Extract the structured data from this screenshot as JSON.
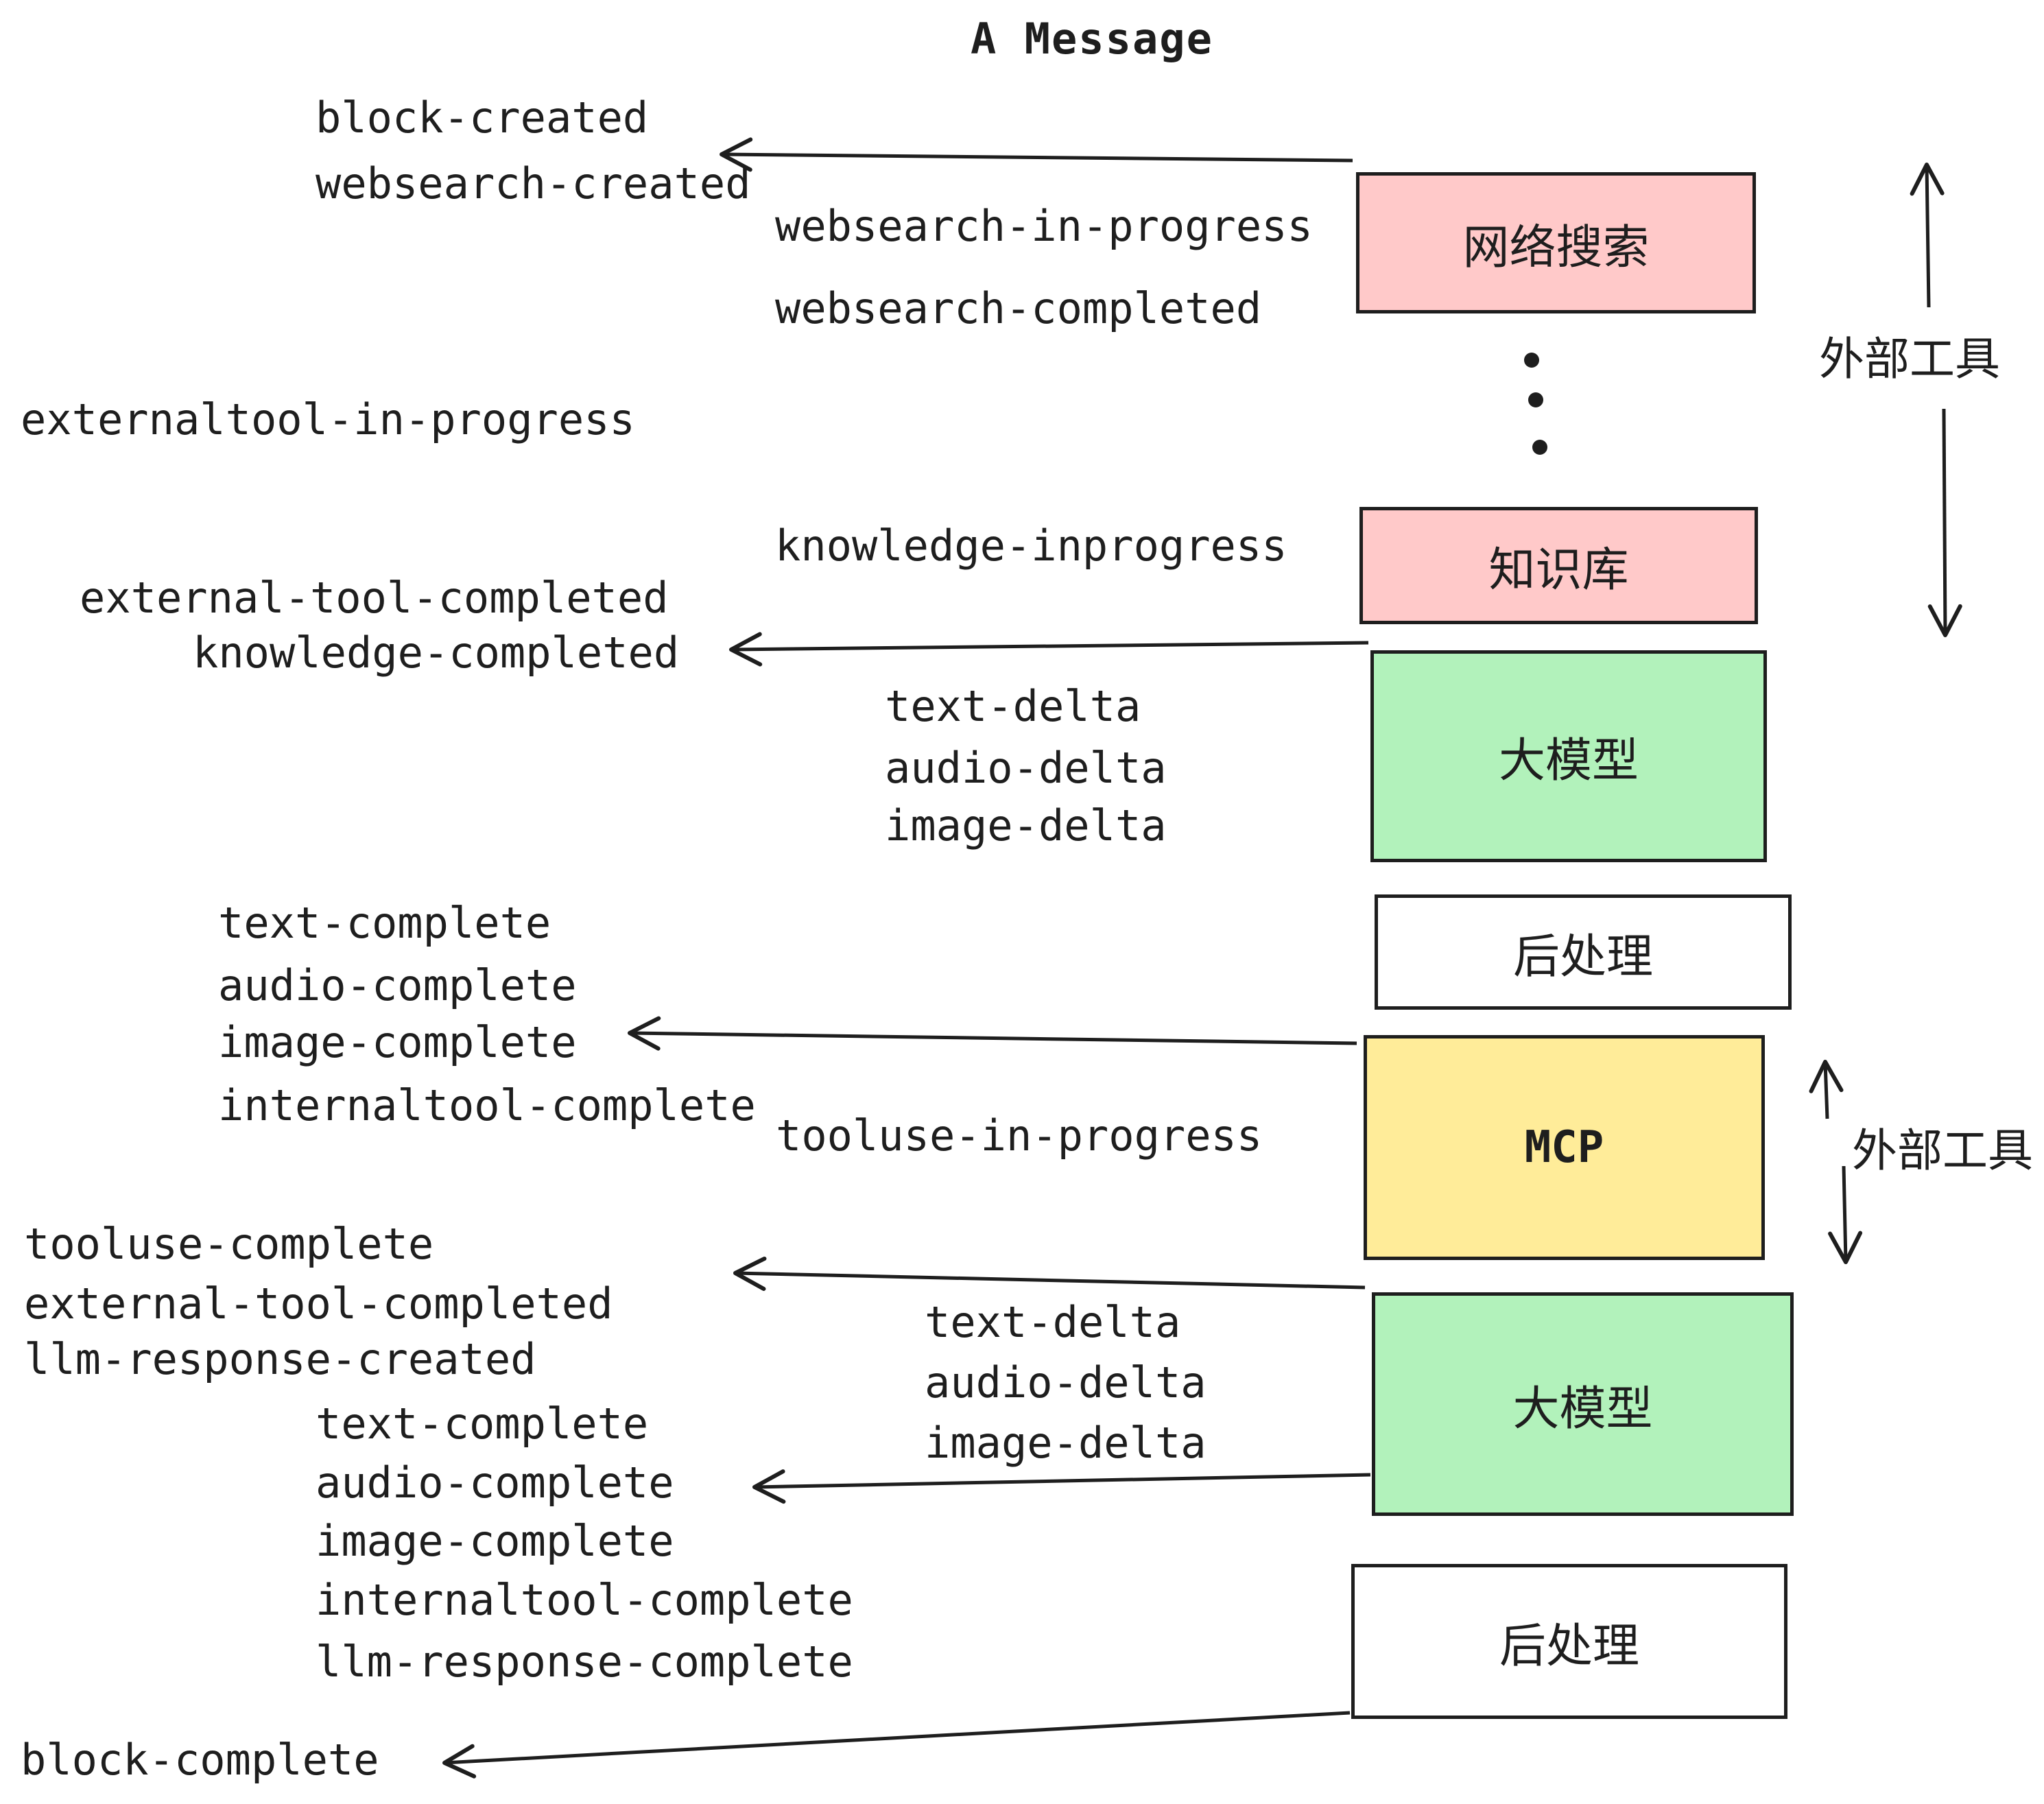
{
  "title": "A Message",
  "colors": {
    "stroke": "#1e1e1e",
    "box_pink": "#ffc9c9",
    "box_green": "#b2f2bb",
    "box_yellow": "#ffec99",
    "box_white": "#ffffff"
  },
  "boxes": {
    "websearch": "网络搜索",
    "knowledge": "知识库",
    "llm1": "大模型",
    "post1": "后处理",
    "mcp": "MCP",
    "llm2": "大模型",
    "post2": "后处理"
  },
  "side_labels": {
    "external_tools_top": "外部工具",
    "external_tools_bottom": "外部工具"
  },
  "events": {
    "block_created": "block-created",
    "websearch_created": "websearch-created",
    "websearch_in_progress": "websearch-in-progress",
    "websearch_completed": "websearch-completed",
    "externaltool_in_progress": "externaltool-in-progress",
    "knowledge_inprogress": "knowledge-inprogress",
    "external_tool_completed_1": "external-tool-completed",
    "knowledge_completed": "knowledge-completed",
    "text_delta_1": "text-delta",
    "audio_delta_1": "audio-delta",
    "image_delta_1": "image-delta",
    "text_complete_1": "text-complete",
    "audio_complete_1": "audio-complete",
    "image_complete_1": "image-complete",
    "internaltool_complete_1": "internaltool-complete",
    "tooluse_in_progress": "tooluse-in-progress",
    "tooluse_complete": "tooluse-complete",
    "external_tool_completed_2": "external-tool-completed",
    "llm_response_created": "llm-response-created",
    "text_delta_2": "text-delta",
    "audio_delta_2": "audio-delta",
    "image_delta_2": "image-delta",
    "text_complete_2": "text-complete",
    "audio_complete_2": "audio-complete",
    "image_complete_2": "image-complete",
    "internaltool_complete_2": "internaltool-complete",
    "llm_response_complete": "llm-response-complete",
    "block_complete": "block-complete"
  }
}
